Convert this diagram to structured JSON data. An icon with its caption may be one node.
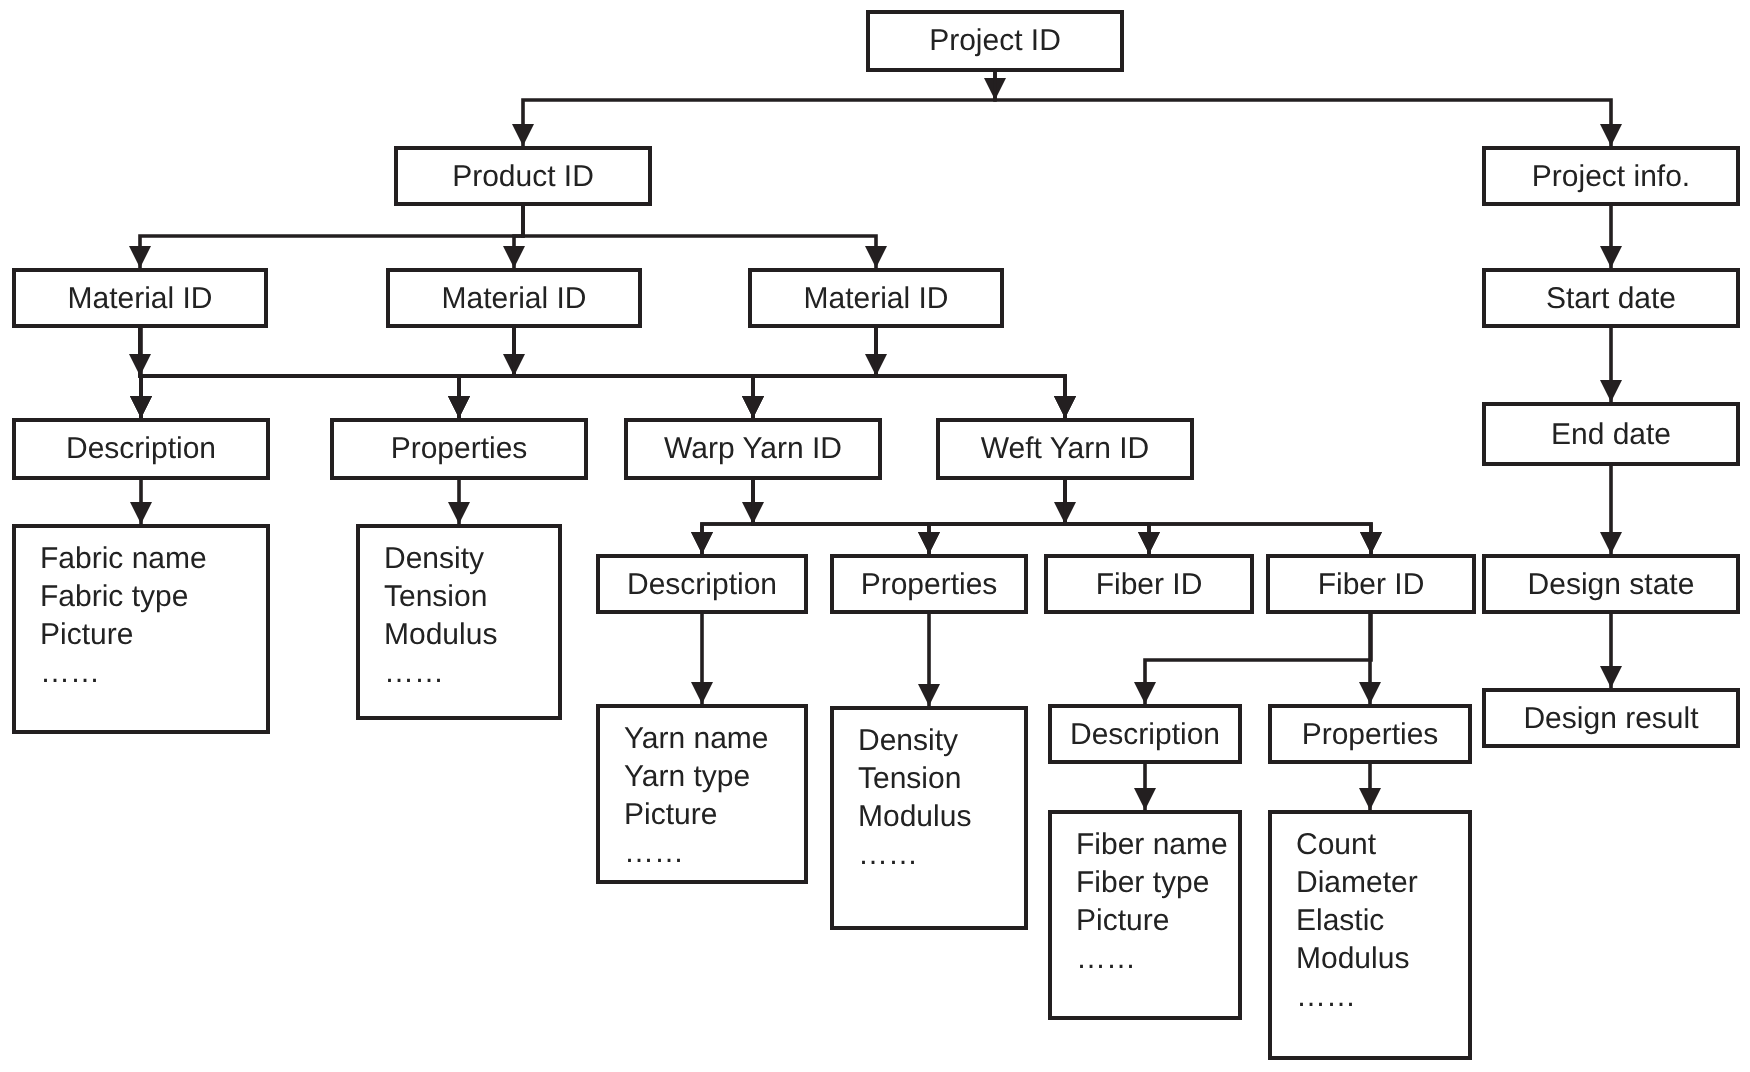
{
  "diagram": {
    "nodes": [
      {
        "text": [
          "Project ID"
        ]
      },
      {
        "text": [
          "Product ID"
        ]
      },
      {
        "text": [
          "Project info."
        ]
      },
      {
        "text": [
          "Material ID"
        ]
      },
      {
        "text": [
          "Material ID"
        ]
      },
      {
        "text": [
          "Material ID"
        ]
      },
      {
        "text": [
          "Start date"
        ]
      },
      {
        "text": [
          "Description"
        ]
      },
      {
        "text": [
          "Properties"
        ]
      },
      {
        "text": [
          "Warp Yarn ID"
        ]
      },
      {
        "text": [
          "Weft Yarn ID"
        ]
      },
      {
        "text": [
          "Fabric name",
          "Fabric type",
          "Picture",
          "……"
        ]
      },
      {
        "text": [
          "Density",
          "Tension",
          "Modulus",
          "……"
        ]
      },
      {
        "text": [
          "End date"
        ]
      },
      {
        "text": [
          "Description"
        ]
      },
      {
        "text": [
          "Properties"
        ]
      },
      {
        "text": [
          "Fiber ID"
        ]
      },
      {
        "text": [
          "Fiber ID"
        ]
      },
      {
        "text": [
          "Design state"
        ]
      },
      {
        "text": [
          "Yarn name",
          "Yarn type",
          "Picture",
          "……"
        ]
      },
      {
        "text": [
          "Density",
          "Tension",
          "Modulus",
          "……"
        ]
      },
      {
        "text": [
          "Description"
        ]
      },
      {
        "text": [
          "Properties"
        ]
      },
      {
        "text": [
          "Design result"
        ]
      },
      {
        "text": [
          "Fiber name",
          "Fiber type",
          "Picture",
          "……"
        ]
      },
      {
        "text": [
          "Count",
          "Diameter",
          "Elastic",
          "Modulus",
          "……"
        ]
      }
    ],
    "edges": [
      {
        "from": 0,
        "to": 1,
        "arrow": "to"
      },
      {
        "from": 0,
        "to": 2,
        "arrow": "to"
      },
      {
        "from": 1,
        "to": 3,
        "arrow": "to"
      },
      {
        "from": 1,
        "to": 4,
        "arrow": "to"
      },
      {
        "from": 1,
        "to": 5,
        "arrow": "to"
      },
      {
        "from": 2,
        "to": 6,
        "arrow": "to"
      },
      {
        "from": 3,
        "to": 7,
        "arrow": "to"
      },
      {
        "from": 3,
        "to": 8,
        "arrow": "to"
      },
      {
        "from": 3,
        "to": 9,
        "arrow": "to"
      },
      {
        "from": 3,
        "to": 10,
        "arrow": "to"
      },
      {
        "from": 4,
        "to": 7,
        "arrow": "to"
      },
      {
        "from": 4,
        "to": 8,
        "arrow": "to"
      },
      {
        "from": 4,
        "to": 9,
        "arrow": "to"
      },
      {
        "from": 4,
        "to": 10,
        "arrow": "to"
      },
      {
        "from": 5,
        "to": 7,
        "arrow": "to"
      },
      {
        "from": 5,
        "to": 8,
        "arrow": "to"
      },
      {
        "from": 5,
        "to": 9,
        "arrow": "to"
      },
      {
        "from": 5,
        "to": 10,
        "arrow": "to"
      },
      {
        "from": 7,
        "to": 11,
        "arrow": "to"
      },
      {
        "from": 8,
        "to": 12,
        "arrow": "to"
      },
      {
        "from": 6,
        "to": 13,
        "arrow": "to"
      },
      {
        "from": 9,
        "to": 14,
        "arrow": "to"
      },
      {
        "from": 9,
        "to": 15,
        "arrow": "to"
      },
      {
        "from": 9,
        "to": 16,
        "arrow": "to"
      },
      {
        "from": 9,
        "to": 17,
        "arrow": "to"
      },
      {
        "from": 10,
        "to": 14,
        "arrow": "to"
      },
      {
        "from": 10,
        "to": 15,
        "arrow": "to"
      },
      {
        "from": 10,
        "to": 16,
        "arrow": "to"
      },
      {
        "from": 10,
        "to": 17,
        "arrow": "to"
      },
      {
        "from": 13,
        "to": 18,
        "arrow": "to"
      },
      {
        "from": 14,
        "to": 19,
        "arrow": "to"
      },
      {
        "from": 15,
        "to": 20,
        "arrow": "to"
      },
      {
        "from": 17,
        "to": 21,
        "arrow": "to"
      },
      {
        "from": 17,
        "to": 22,
        "arrow": "to"
      },
      {
        "from": 18,
        "to": 23,
        "arrow": "to"
      },
      {
        "from": 21,
        "to": 24,
        "arrow": "to"
      },
      {
        "from": 22,
        "to": 25,
        "arrow": "to"
      }
    ]
  }
}
